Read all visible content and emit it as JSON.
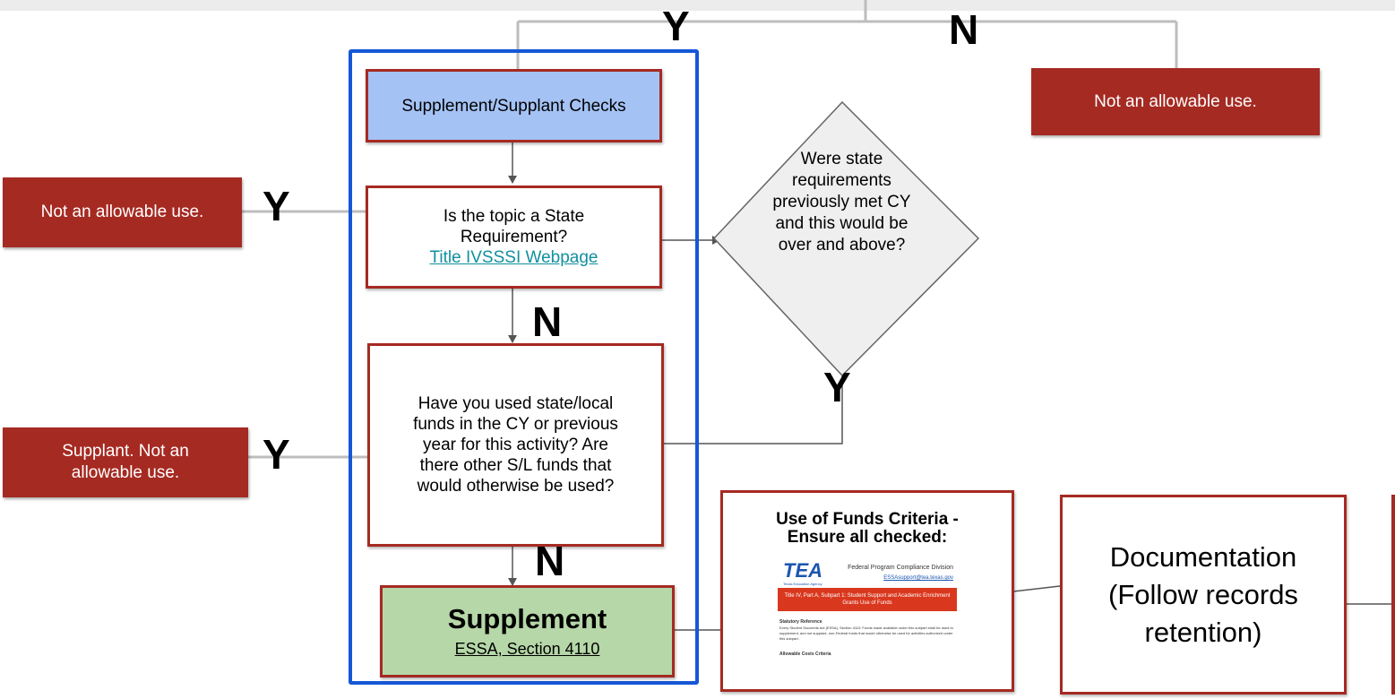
{
  "labels": {
    "y_top": "Y",
    "n_top": "N",
    "y_left_1": "Y",
    "y_left_2": "Y",
    "n_mid_1": "N",
    "n_mid_2": "N",
    "y_right": "Y"
  },
  "nodes": {
    "not_allowable_top_right": "Not an allowable use.",
    "not_allowable_left": "Not an allowable use.",
    "supplant_left": "Supplant. Not an allowable use.",
    "supplement_checks": "Supplement/Supplant Checks",
    "state_requirement_q": "Is the topic a State Requirement?",
    "state_requirement_link": "Title IVSSSI Webpage",
    "decision_state_met": "Were state requirements previously met CY and this would be over and above?",
    "funds_q": "Have you used state/local funds in the CY or previous year for this activity? Are there other S/L funds that would otherwise be used?",
    "supplement_title": "Supplement",
    "supplement_link": "ESSA, Section 4110",
    "criteria_title": "Use of Funds Criteria - Ensure all checked:",
    "documentation": "Documentation (Follow records retention)"
  },
  "thumbnail": {
    "logo": "TEA",
    "logo_sub": "Texas Education Agency",
    "division": "Federal Program Compliance Division",
    "email": "ESSAsupport@tea.texas.gov",
    "banner": "Title IV, Part A, Subpart 1: Student Support and Academic Enrichment Grants Use of Funds",
    "statutory": "Statutory Reference",
    "body": "Every Student Succeeds Act (ESSA), Section 4110: Funds made available under this subpart shall be used to supplement, and not supplant, non-Federal funds that would otherwise be used for activities authorized under this subpart.",
    "footer": "Allowable Costs Criteria"
  },
  "colors": {
    "red": "#a52a22",
    "blue_frame": "#1557d6",
    "blue_fill": "#a4c2f4",
    "green_fill": "#b6d7a8",
    "link": "#11909e",
    "connector": "#bdbdbd"
  }
}
